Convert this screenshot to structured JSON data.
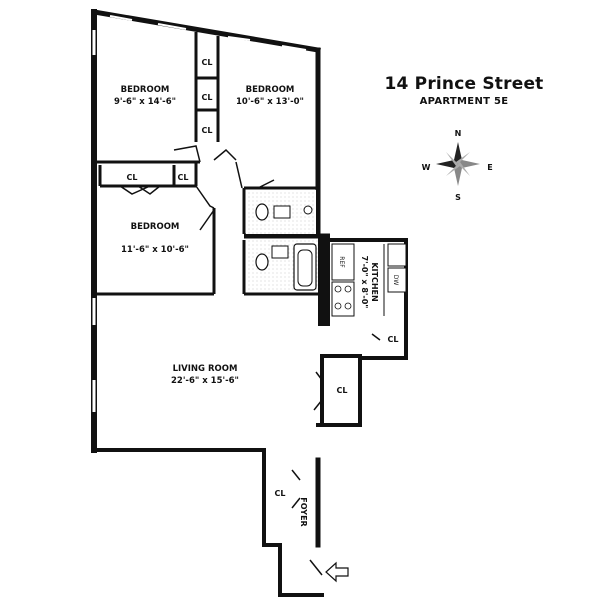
{
  "title": {
    "address": "14 Prince Street",
    "apartment": "APARTMENT 5E"
  },
  "compass": {
    "n": "N",
    "s": "S",
    "e": "E",
    "w": "W"
  },
  "rooms": {
    "bedroom_left": {
      "name": "BEDROOM",
      "size": "9'-6\" x 14'-6\""
    },
    "bedroom_right": {
      "name": "BEDROOM",
      "size": "10'-6\" x 13'-0\""
    },
    "bedroom_small": {
      "name": "BEDROOM",
      "size": "11'-6\" x 10'-6\""
    },
    "living_room": {
      "name": "LIVING ROOM",
      "size": "22'-6\" x 15'-6\""
    },
    "kitchen": {
      "name": "KITCHEN",
      "size": "7'-0\" x 8'-0\""
    },
    "foyer": {
      "name": "FOYER"
    }
  },
  "closets": [
    "CL",
    "CL",
    "CL",
    "CL",
    "CL",
    "CL",
    "CL",
    "CL"
  ],
  "appliances": {
    "ref": "REF",
    "dw": "DW"
  }
}
